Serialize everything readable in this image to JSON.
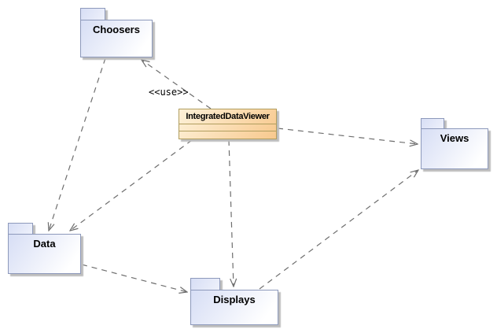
{
  "diagram": {
    "type": "uml-package-diagram",
    "packages": [
      {
        "name": "Choosers"
      },
      {
        "name": "Views"
      },
      {
        "name": "Data"
      },
      {
        "name": "Displays"
      }
    ],
    "class_box": {
      "name": "IntegratedDataViewer"
    },
    "use_label": "<<use>>",
    "edges": [
      {
        "from": "IntegratedDataViewer",
        "to": "Choosers",
        "stereotype": "<<use>>",
        "style": "dashed-open-arrow"
      },
      {
        "from": "Choosers",
        "to": "Data",
        "style": "dashed-open-arrow"
      },
      {
        "from": "IntegratedDataViewer",
        "to": "Data",
        "style": "dashed-open-arrow"
      },
      {
        "from": "IntegratedDataViewer",
        "to": "Displays",
        "style": "dashed-open-arrow"
      },
      {
        "from": "IntegratedDataViewer",
        "to": "Views",
        "style": "dashed-open-arrow"
      },
      {
        "from": "Data",
        "to": "Displays",
        "style": "dashed-open-arrow"
      },
      {
        "from": "Displays",
        "to": "Views",
        "style": "dashed-open-arrow"
      }
    ],
    "colors": {
      "package_fill_start": "#d7def5",
      "package_fill_end": "#ffffff",
      "package_border": "#8d99bb",
      "class_fill_start": "#fdf1d8",
      "class_fill_end": "#f8c98e",
      "class_border": "#b19e5f",
      "edge": "#6e6e6e"
    }
  }
}
